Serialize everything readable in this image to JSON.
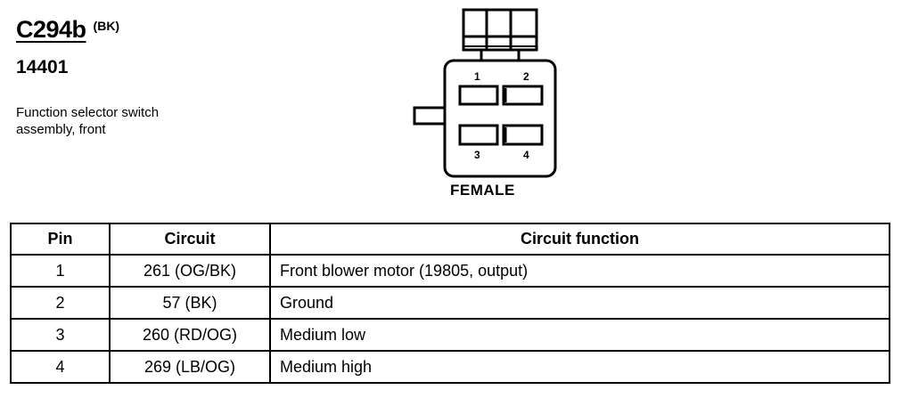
{
  "connector": {
    "id": "C294b",
    "color_code": "(BK)",
    "part_number": "14401",
    "description_lines": [
      "Function selector switch",
      "assembly, front"
    ],
    "gender": "FEMALE",
    "cavity_labels": [
      "1",
      "2",
      "3",
      "4"
    ]
  },
  "table": {
    "headers": {
      "pin": "Pin",
      "circuit": "Circuit",
      "function": "Circuit function"
    },
    "rows": [
      {
        "pin": "1",
        "circuit": "261 (OG/BK)",
        "function": "Front blower motor (19805, output)"
      },
      {
        "pin": "2",
        "circuit": "57 (BK)",
        "function": "Ground"
      },
      {
        "pin": "3",
        "circuit": "260 (RD/OG)",
        "function": "Medium low"
      },
      {
        "pin": "4",
        "circuit": "269 (LB/OG)",
        "function": "Medium high"
      }
    ]
  }
}
